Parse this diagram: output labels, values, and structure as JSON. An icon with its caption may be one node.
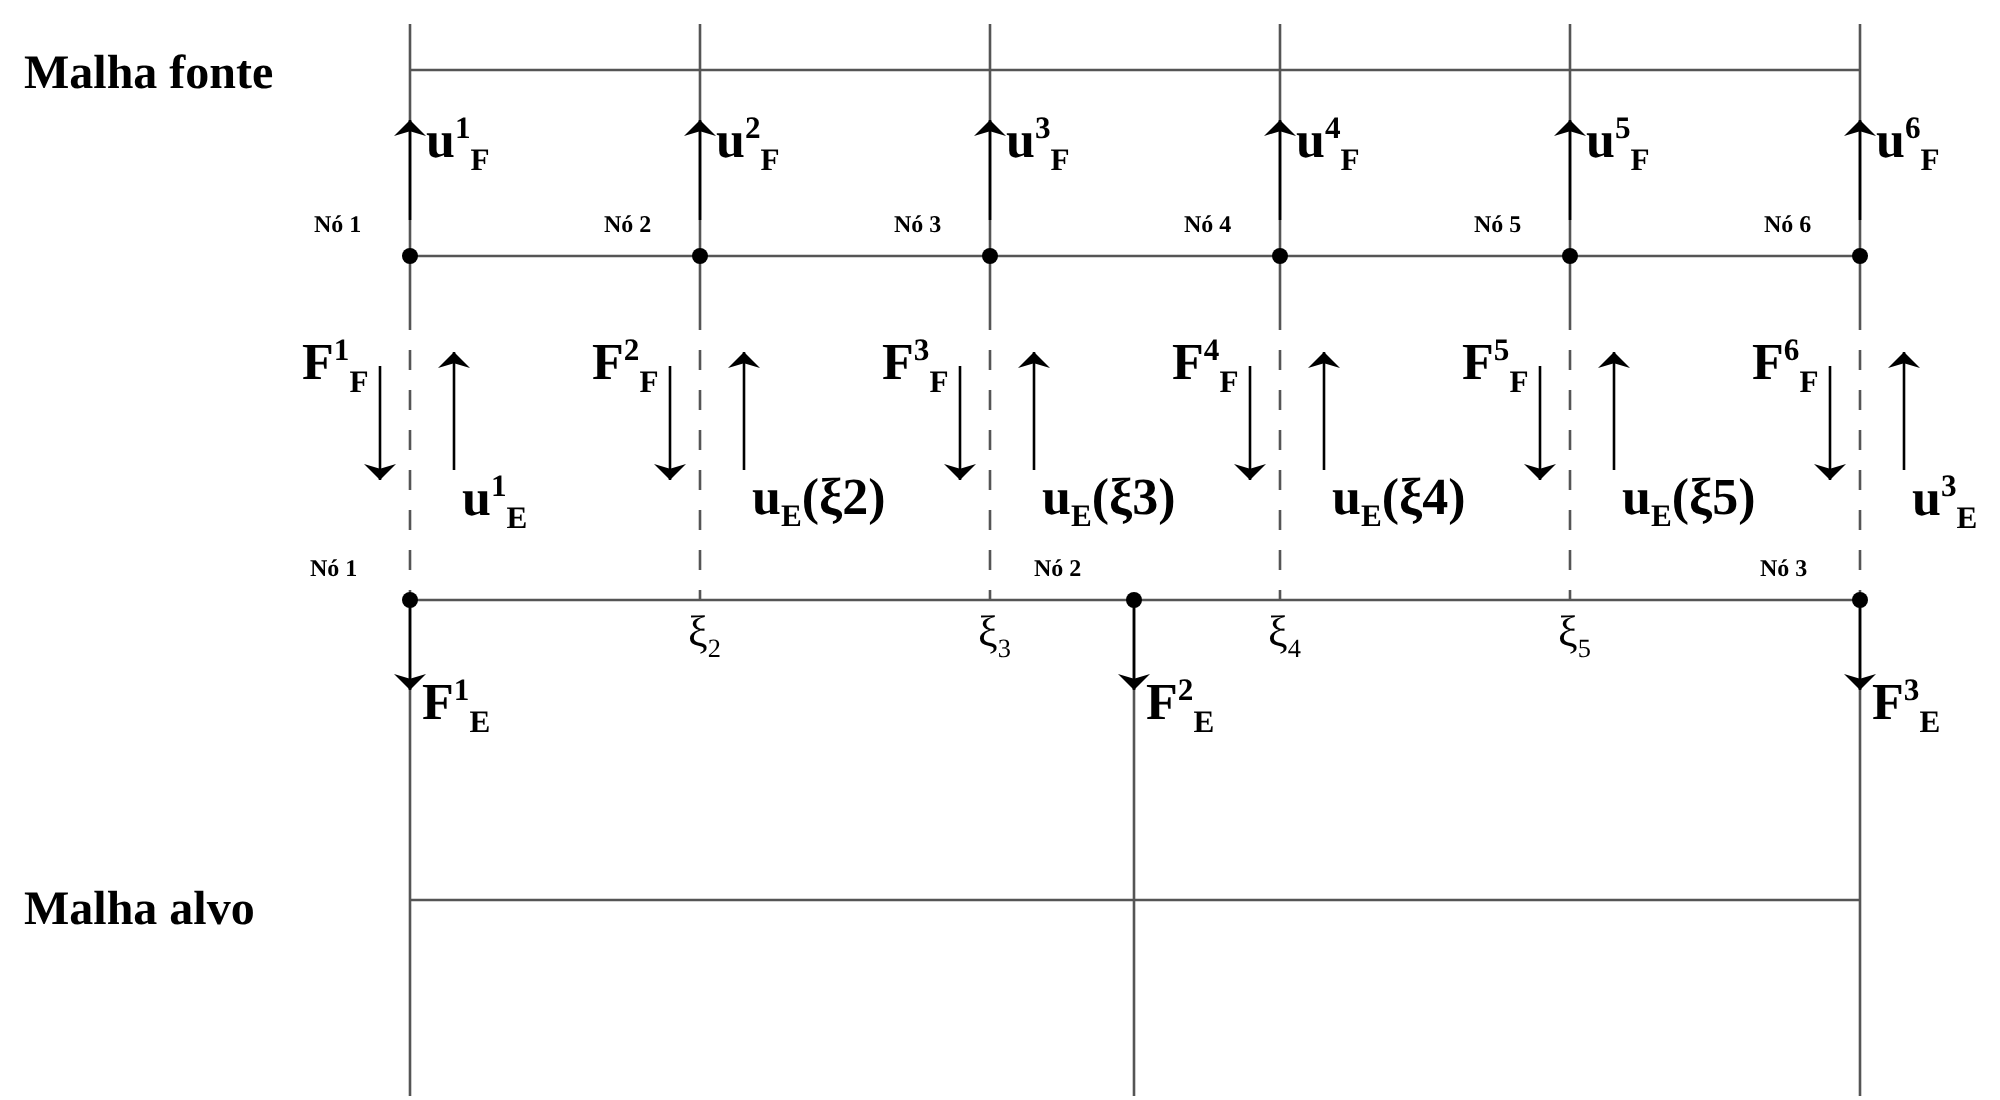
{
  "diagram": {
    "labels": [
      "Malha fonte",
      "u$^{1}$$_{F}$",
      "u$^{2}$$_{F}$",
      "u$^{3}$$_{F}$",
      "u$^{4}$$_{F}$",
      "u$^{5}$$_{F}$",
      "u$^{6}$$_{F}$",
      "Nó 1",
      "Nó 2",
      "Nó 3",
      "Nó 4",
      "Nó 5",
      "Nó 6",
      "F$^{1}$$_{F}$",
      "F$^{2}$$_{F}$",
      "F$^{3}$$_{F}$",
      "F$^{4}$$_{F}$",
      "F$^{5}$$_{F}$",
      "F$^{6}$$_{F}$",
      "u$^{1}$$_{E}$",
      "u$_{E}$(ξ2)",
      "u$_{E}$(ξ3)",
      "u$_{E}$(ξ4)",
      "u$_{E}$(ξ5)",
      "u$^{3}$$_{E}$",
      "Nó 1",
      "Nó 2",
      "Nó 3",
      "ξ$_{2}$",
      "ξ$_{3}$",
      "ξ$_{4}$",
      "ξ$_{5}$",
      "F$^{1}$$_{E}$",
      "F$^{2}$$_{E}$",
      "F$^{3}$$_{E}$",
      "Malha alvo"
    ]
  }
}
